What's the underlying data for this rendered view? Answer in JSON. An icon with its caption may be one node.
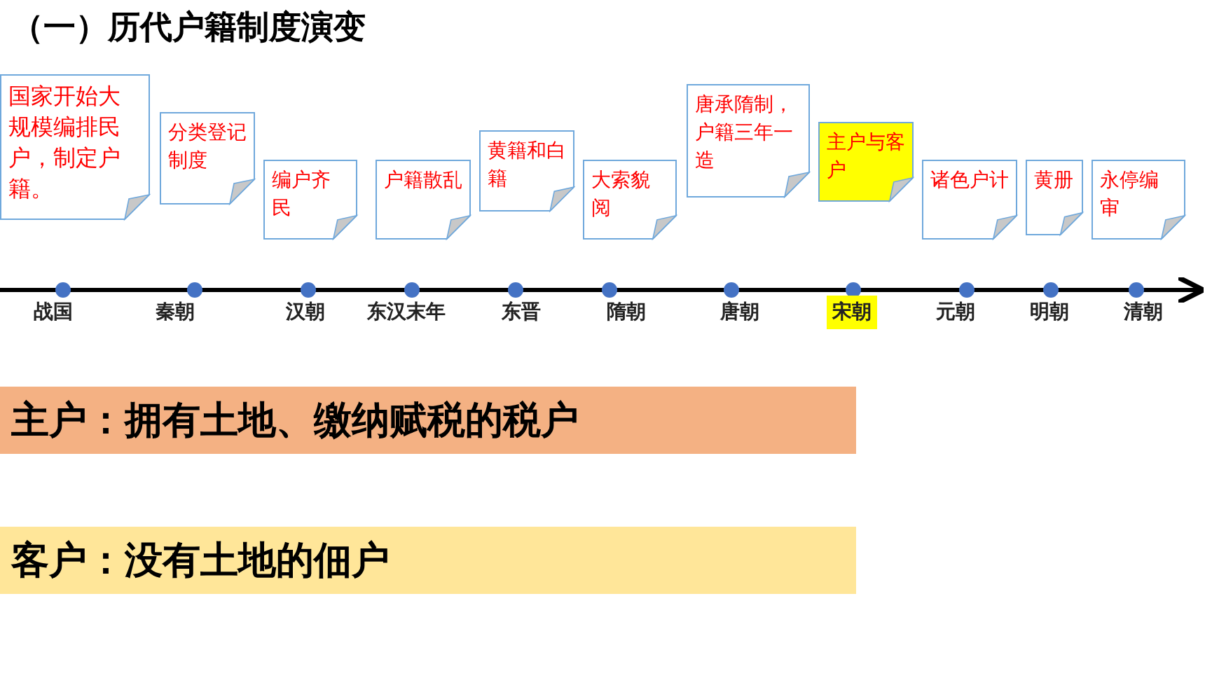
{
  "diagram": {
    "title": "（一）历代户籍制度演变",
    "nodes": [
      {
        "text": [
          "国家开始大规模编排民户，制定户籍。"
        ]
      },
      {
        "text": [
          "分类登记制度"
        ]
      },
      {
        "text": [
          "编户齐民"
        ]
      },
      {
        "text": [
          "户籍散乱"
        ]
      },
      {
        "text": [
          "黄籍和白籍"
        ]
      },
      {
        "text": [
          "大索貌阅"
        ]
      },
      {
        "text": [
          "唐承隋制，户籍三年一造"
        ]
      },
      {
        "text": [
          "主户与客户"
        ]
      },
      {
        "text": [
          "诸色户计"
        ]
      },
      {
        "text": [
          "黄册"
        ]
      },
      {
        "text": [
          "永停编审"
        ]
      },
      {
        "text": [
          "主户：拥有土地、缴纳赋税的税户"
        ]
      },
      {
        "text": [
          "客户：没有土地的佃户"
        ]
      }
    ],
    "labels": [
      "战国",
      "秦朝",
      "汉朝",
      "东汉末年",
      "东晋",
      "隋朝",
      "唐朝",
      "宋朝",
      "元朝",
      "明朝",
      "清朝"
    ]
  }
}
